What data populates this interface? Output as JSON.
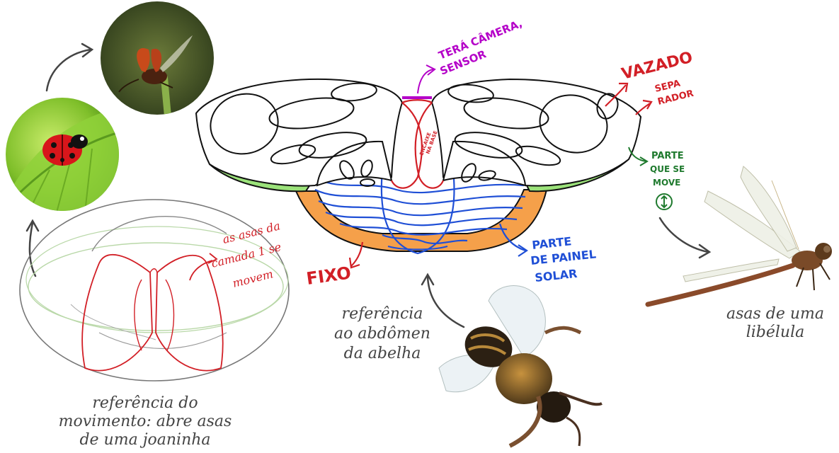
{
  "labels": {
    "camera": [
      "TERÁ CÂMERA,",
      "SENSOR"
    ],
    "vazado": "VAZADO",
    "separador": [
      "SEPA",
      "RADOR"
    ],
    "parte_move": [
      "PARTE",
      "QUE SE",
      "MOVE"
    ],
    "fixo": "FIXO",
    "painel_solar": [
      "PARTE",
      "DE PAINEL",
      "SOLAR"
    ],
    "encaixe": [
      "ENCAIXE",
      "NA BASE"
    ],
    "asas_camada": [
      "as asas da",
      "camada 1 se",
      "movem"
    ],
    "ref_abdomen": [
      "referência",
      "ao abdômen",
      "da abelha"
    ],
    "ref_movimento": [
      "referência do",
      "movimento: abre asas",
      "de uma joaninha"
    ],
    "ref_libelula": [
      "asas de uma",
      "libélula"
    ]
  },
  "icons": {
    "ladybug_leaf": "ladybug-on-leaf-photo",
    "ladybug_flying": "ladybug-opening-wings-photo",
    "bee": "bee-photo",
    "dragonfly": "dragonfly-photo",
    "move_symbol": "up-down-arrows-icon"
  },
  "colors": {
    "red": "#d21f26",
    "purple": "#b400c8",
    "green_label": "#1f7a2e",
    "green_fill": "#9be27a",
    "orange_fill": "#f5a04a",
    "blue": "#1f4fd6",
    "outline": "#111111",
    "pencil": "#555555"
  }
}
